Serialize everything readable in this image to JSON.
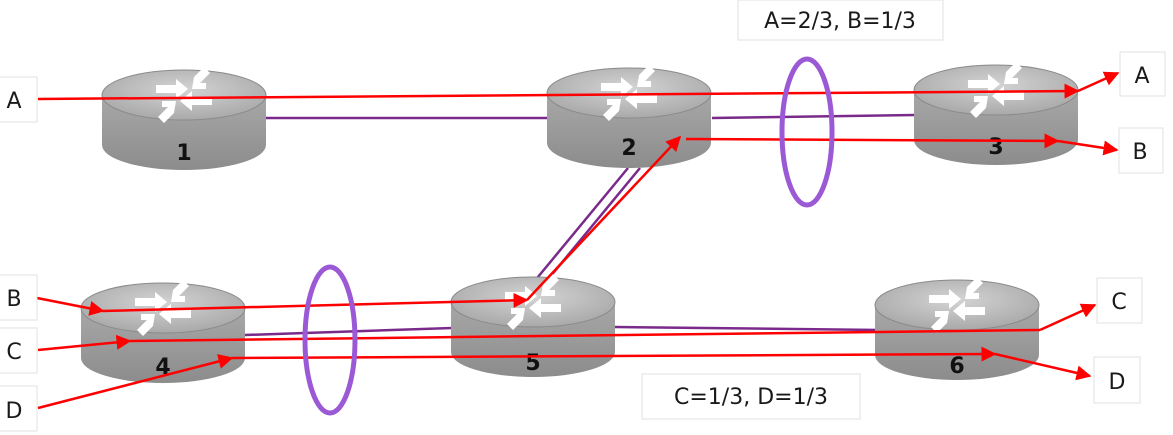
{
  "routers": [
    {
      "id": "r1",
      "label": "1"
    },
    {
      "id": "r2",
      "label": "2"
    },
    {
      "id": "r3",
      "label": "3"
    },
    {
      "id": "r4",
      "label": "4"
    },
    {
      "id": "r5",
      "label": "5"
    },
    {
      "id": "r6",
      "label": "6"
    }
  ],
  "endpoints": {
    "in_a": "A",
    "out_a": "A",
    "out_b": "B",
    "in_b": "B",
    "in_c": "C",
    "in_d": "D",
    "out_c": "C",
    "out_d": "D"
  },
  "annotations": {
    "top_share": "A=2/3, B=1/3",
    "bottom_share": "C=1/3, D=1/3"
  },
  "colors": {
    "flow": "#ff0000",
    "link": "#7a2a8a",
    "cut_ellipse": "#9b59d6",
    "router_top": "#b0b0b0",
    "router_side": "#9a9a9a"
  }
}
